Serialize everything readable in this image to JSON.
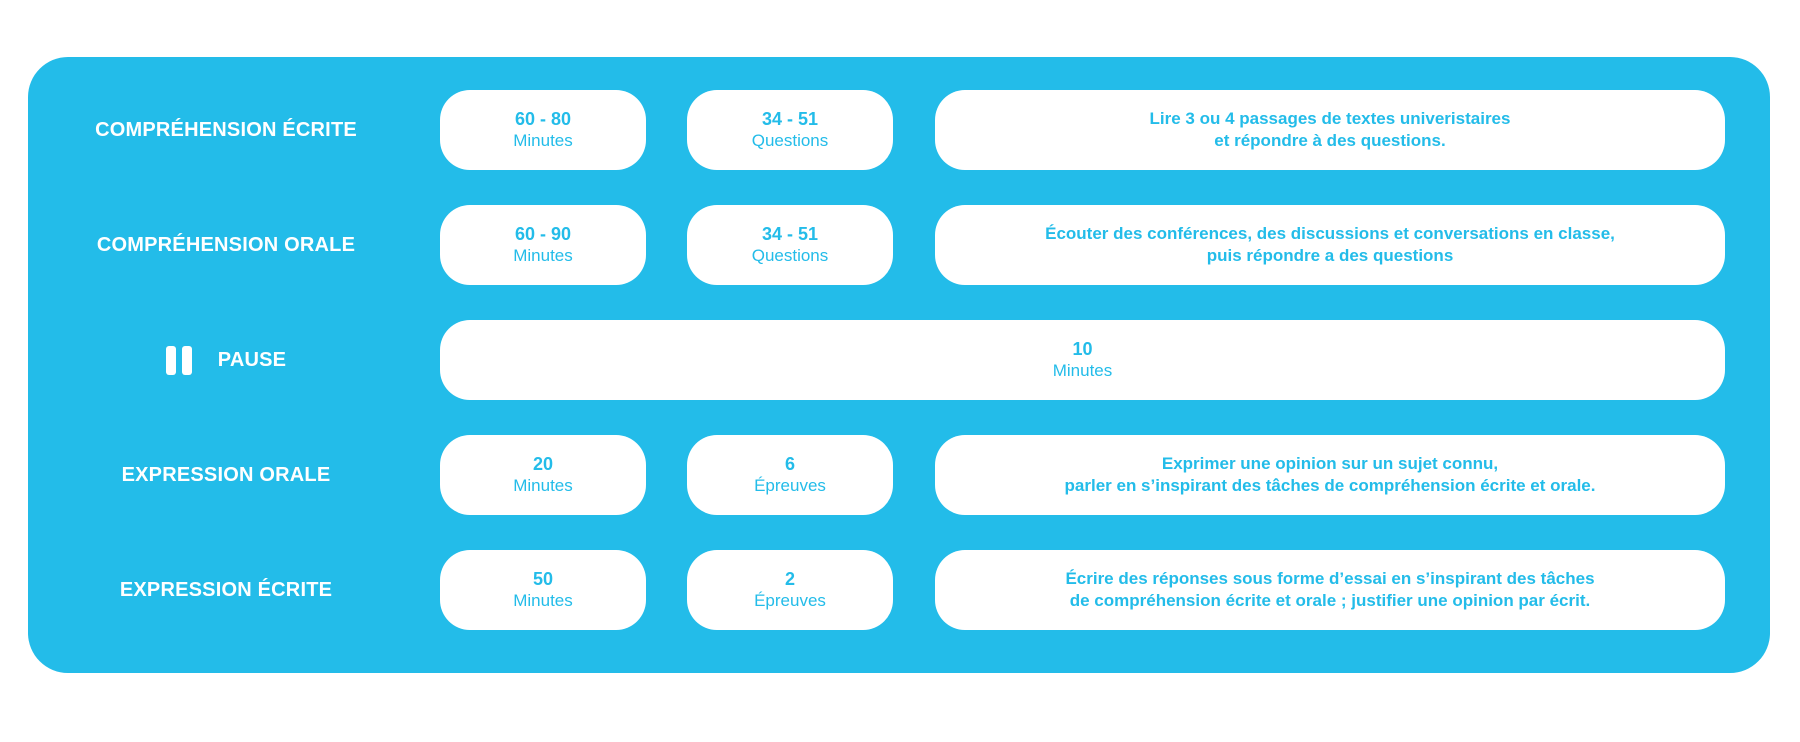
{
  "rows": [
    {
      "label": "COMPRÉHENSION ÉCRITE",
      "duration": {
        "value": "60 - 80",
        "unit": "Minutes"
      },
      "count": {
        "value": "34 - 51",
        "unit": "Questions"
      },
      "description": [
        "Lire 3 ou 4 passages de textes univeristaires",
        "et répondre à des questions."
      ]
    },
    {
      "label": "COMPRÉHENSION ORALE",
      "duration": {
        "value": "60 - 90",
        "unit": "Minutes"
      },
      "count": {
        "value": "34 - 51",
        "unit": "Questions"
      },
      "description": [
        "Écouter des conférences, des discussions et conversations en classe,",
        "puis répondre a des questions"
      ]
    },
    {
      "label": "PAUSE",
      "duration": {
        "value": "10",
        "unit": "Minutes"
      }
    },
    {
      "label": "EXPRESSION ORALE",
      "duration": {
        "value": "20",
        "unit": "Minutes"
      },
      "count": {
        "value": "6",
        "unit": "Épreuves"
      },
      "description": [
        "Exprimer une opinion sur un sujet connu,",
        "parler en s’inspirant des tâches de compréhension écrite et orale."
      ]
    },
    {
      "label": "EXPRESSION ÉCRITE",
      "duration": {
        "value": "50",
        "unit": "Minutes"
      },
      "count": {
        "value": "2",
        "unit": "Épreuves"
      },
      "description": [
        "Écrire des réponses sous forme d’essai en s’inspirant des tâches",
        "de compréhension écrite et orale ; justifier une opinion par écrit."
      ]
    }
  ],
  "colors": {
    "accent": "#23bce9",
    "card": "#ffffff"
  },
  "icons": {
    "pause": "pause-icon"
  }
}
